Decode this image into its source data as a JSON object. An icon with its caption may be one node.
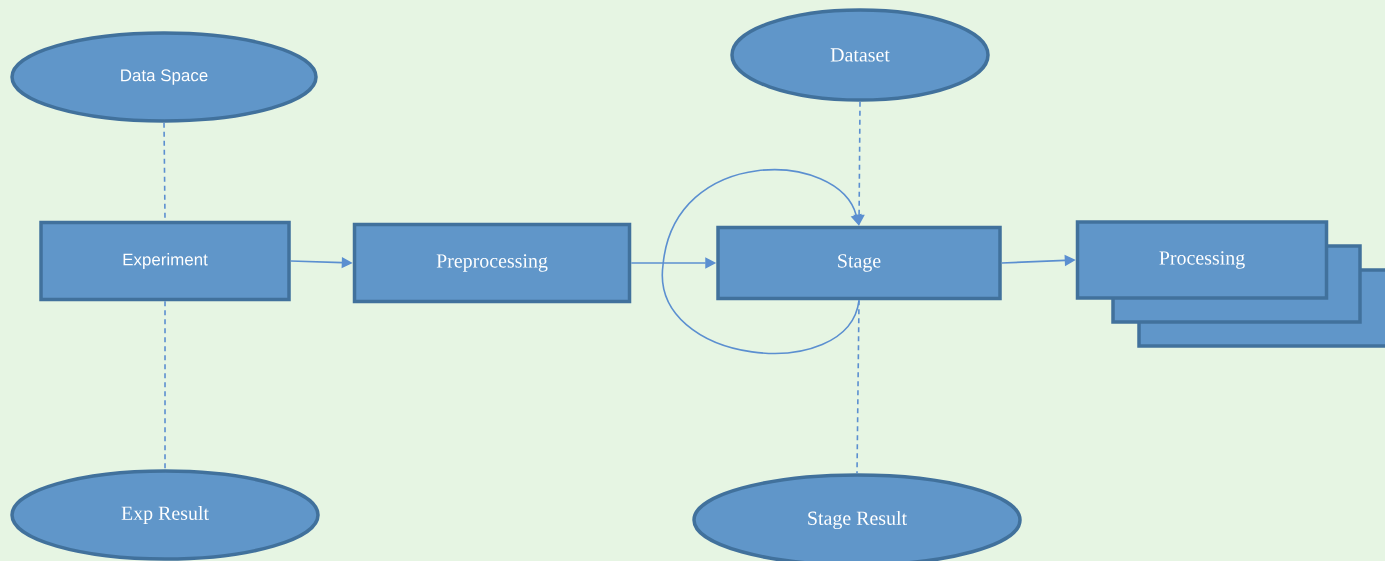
{
  "diagram": {
    "nodes": [
      {
        "text": [
          "Data Space"
        ]
      },
      {
        "text": [
          "Dataset"
        ]
      },
      {
        "text": [
          "Experiment"
        ]
      },
      {
        "text": [
          "Preprocessing"
        ]
      },
      {
        "text": [
          "Stage"
        ]
      },
      {
        "text": [
          "Processing"
        ]
      },
      {
        "text": [
          "Exp Result"
        ]
      },
      {
        "text": [
          "Stage Result"
        ]
      }
    ],
    "edges": [
      {
        "from": 0,
        "to": 2,
        "arrow": "none",
        "style": "dashed"
      },
      {
        "from": 2,
        "to": 6,
        "arrow": "none",
        "style": "dashed"
      },
      {
        "from": 2,
        "to": 3,
        "arrow": "to"
      },
      {
        "from": 3,
        "to": 4,
        "arrow": "to"
      },
      {
        "from": 1,
        "to": 4,
        "arrow": "to",
        "style": "dashed"
      },
      {
        "from": 4,
        "to": 4,
        "arrow": "to"
      },
      {
        "from": 4,
        "to": 7,
        "arrow": "none",
        "style": "dashed"
      },
      {
        "from": 4,
        "to": 5,
        "arrow": "to"
      }
    ]
  }
}
